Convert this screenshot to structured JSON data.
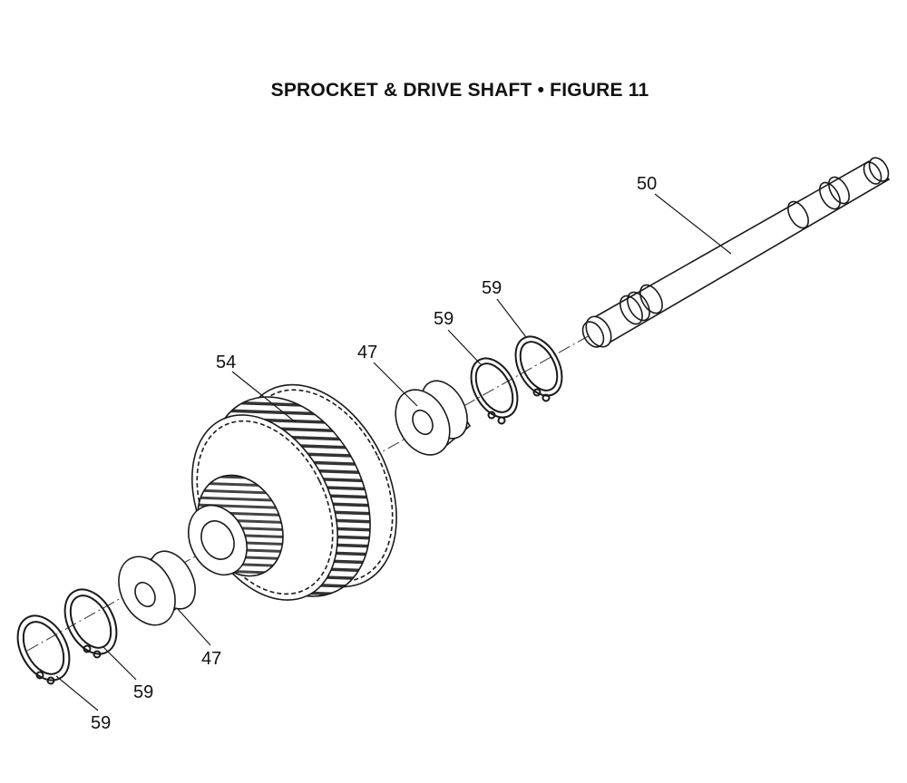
{
  "figure": {
    "title": "SPROCKET & DRIVE SHAFT  •  FIGURE 11"
  },
  "callouts": {
    "c50": "50",
    "c59_top_right": "59",
    "c59_top_left": "59",
    "c47_top": "47",
    "c54": "54",
    "c47_bottom": "47",
    "c59_bottom_right": "59",
    "c59_bottom_left": "59"
  },
  "colors": {
    "line": "#1a1a1a",
    "background": "#ffffff"
  }
}
